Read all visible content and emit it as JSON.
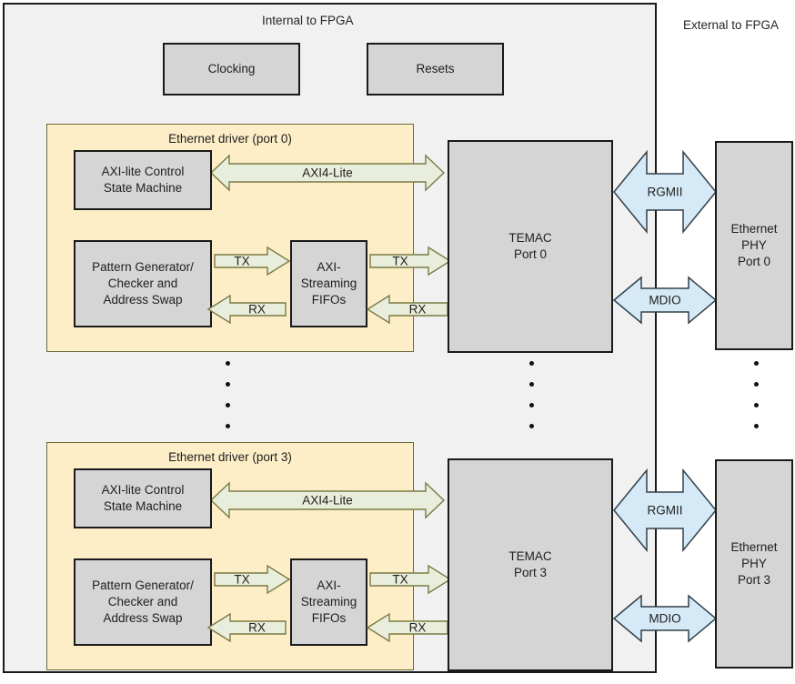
{
  "diagram": {
    "regions": {
      "internal_label": "Internal to FPGA",
      "external_label": "External to FPGA"
    },
    "colors": {
      "fpga_fill": "#f1f1f1",
      "block_fill": "#d5d5d5",
      "driver_fill": "#fdeec8",
      "driver_border": "#6b6b3a",
      "data_arrow_fill": "#e9eedc",
      "data_arrow_border": "#7a7a43",
      "phy_arrow_fill": "#d5eaf6",
      "phy_arrow_border": "#32404a",
      "outline": "#1a1a1a"
    },
    "top_blocks": [
      {
        "name": "clocking",
        "label": "Clocking"
      },
      {
        "name": "resets",
        "label": "Resets"
      }
    ],
    "ports": [
      {
        "index": 0,
        "driver_title": "Ethernet driver (port 0)",
        "blocks": {
          "control_sm": "AXI-lite Control\nState Machine",
          "control_sm_line1": "AXI-lite Control",
          "control_sm_line2": "State Machine",
          "pattern_gen_line1": "Pattern Generator/",
          "pattern_gen_line2": "Checker and",
          "pattern_gen_line3": "Address Swap",
          "fifos_line1": "AXI-",
          "fifos_line2": "Streaming",
          "fifos_line3": "FIFOs",
          "temac_line1": "TEMAC",
          "temac_line2": "Port 0",
          "phy_line1": "Ethernet",
          "phy_line2": "PHY",
          "phy_line3": "Port 0"
        },
        "arrows": {
          "axi4_lite": "AXI4-Lite",
          "tx_inner": "TX",
          "rx_inner": "RX",
          "tx_outer": "TX",
          "rx_outer": "RX",
          "rgmii": "RGMII",
          "mdio": "MDIO"
        }
      },
      {
        "index": 3,
        "driver_title": "Ethernet driver (port 3)",
        "blocks": {
          "control_sm_line1": "AXI-lite Control",
          "control_sm_line2": "State Machine",
          "pattern_gen_line1": "Pattern Generator/",
          "pattern_gen_line2": "Checker and",
          "pattern_gen_line3": "Address Swap",
          "fifos_line1": "AXI-",
          "fifos_line2": "Streaming",
          "fifos_line3": "FIFOs",
          "temac_line1": "TEMAC",
          "temac_line2": "Port 3",
          "phy_line1": "Ethernet",
          "phy_line2": "PHY",
          "phy_line3": "Port 3"
        },
        "arrows": {
          "axi4_lite": "AXI4-Lite",
          "tx_inner": "TX",
          "rx_inner": "RX",
          "tx_outer": "TX",
          "rx_outer": "RX",
          "rgmii": "RGMII",
          "mdio": "MDIO"
        }
      }
    ],
    "continuation_dots": {
      "count": 4,
      "columns": [
        "driver-column",
        "temac-column",
        "phy-column"
      ]
    }
  }
}
